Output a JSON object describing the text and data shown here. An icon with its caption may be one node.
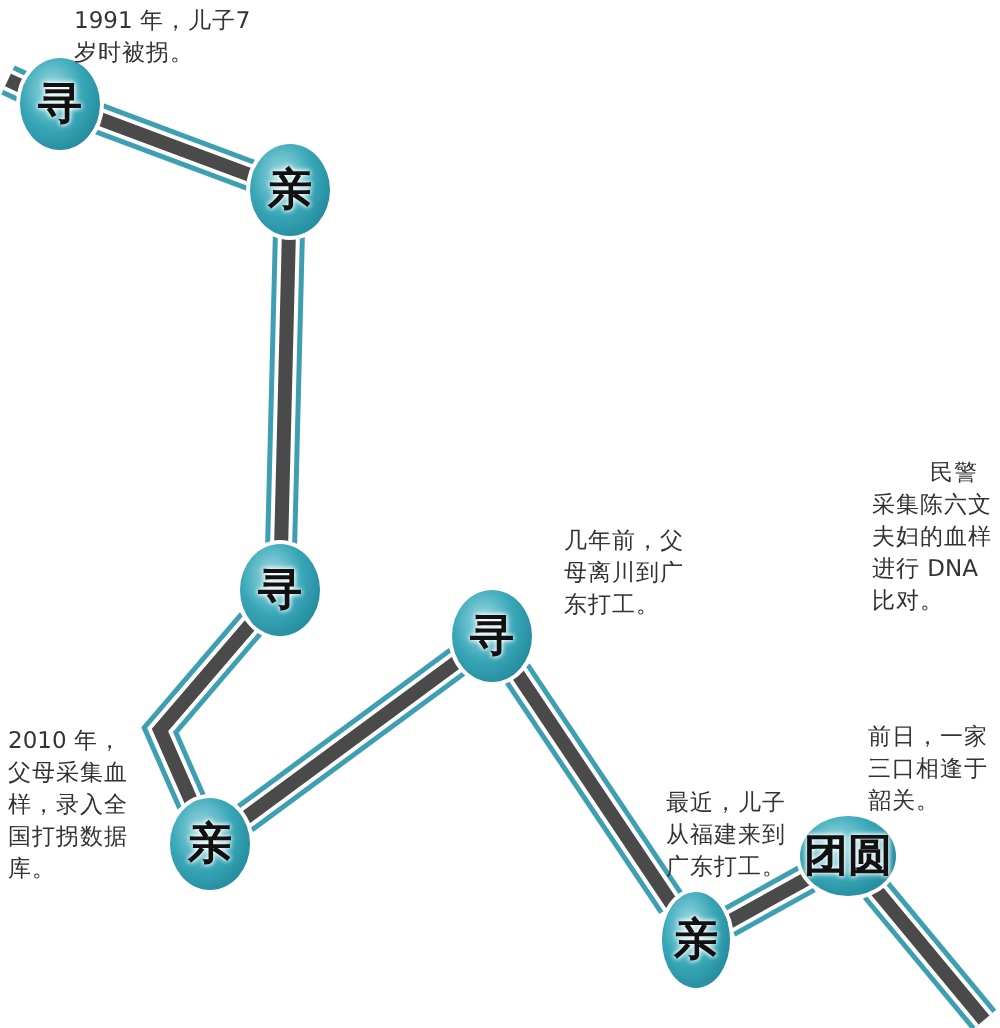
{
  "diagram": {
    "nodes": [
      {
        "text": [
          "寻"
        ],
        "beside": [
          "1991 年，儿子7 岁时被拐。"
        ]
      },
      {
        "text": [
          "亲"
        ]
      },
      {
        "text": [
          "寻"
        ]
      },
      {
        "text": [
          "亲"
        ],
        "beside": [
          "2010 年，父母采集血样，录入全国打拐数据库。"
        ]
      },
      {
        "text": [
          "寻"
        ],
        "beside": [
          "几年前，父母离川到广东打工。"
        ]
      },
      {
        "text": [
          "亲"
        ],
        "beside": [
          "最近，儿子从福建来到广东打工。"
        ]
      },
      {
        "text": [
          "团圆"
        ],
        "beside": [
          "前日，一家三口相逢于韶关。"
        ]
      }
    ],
    "edges": [
      {
        "from": null,
        "to": 0,
        "arrow": "none"
      },
      {
        "from": 0,
        "to": 1,
        "arrow": "none"
      },
      {
        "from": 1,
        "to": 2,
        "arrow": "none"
      },
      {
        "from": 2,
        "to": 3,
        "arrow": "none"
      },
      {
        "from": 3,
        "to": 4,
        "arrow": "none"
      },
      {
        "from": 4,
        "to": 5,
        "arrow": "none"
      },
      {
        "from": 5,
        "to": 6,
        "arrow": "none"
      },
      {
        "from": 6,
        "to": null,
        "arrow": "none"
      }
    ],
    "labels": [
      "民警采集陈六文夫妇的血样进行 DNA 比对。"
    ]
  }
}
